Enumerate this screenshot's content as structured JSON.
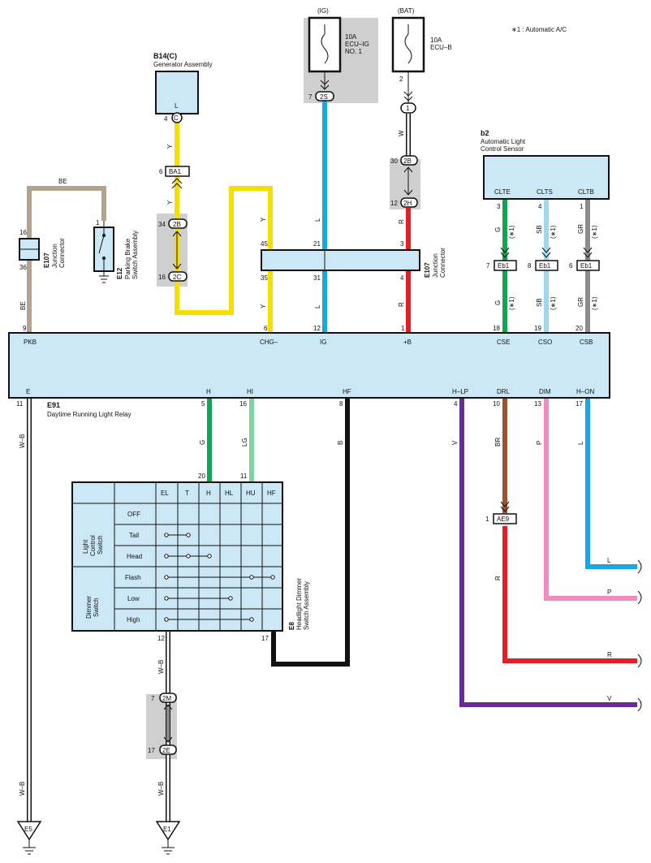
{
  "note": "∗1 : Automatic A/C",
  "components": {
    "gen_code": "B14(C)",
    "gen_name": "Generator Assembly",
    "gen_pin": "L",
    "ig_label": "(IG)",
    "ig_fuse": [
      "10A",
      "ECU–IG",
      "NO. 1"
    ],
    "bat_label": "(BAT)",
    "bat_fuse": [
      "10A",
      "ECU–B"
    ],
    "sensor_code": "b2",
    "sensor_name": [
      "Automatic Light",
      "Control Sensor"
    ],
    "sensor_pins": [
      "CLTE",
      "CLTS",
      "CLTB"
    ],
    "jc_code": "E107",
    "jc_name": [
      "Junction",
      "Connector"
    ],
    "pb_code": "E12",
    "pb_name": [
      "Parking Brake",
      "Switch Assembly"
    ],
    "relay_code": "E91",
    "relay_name": "Daytime Running Light Relay",
    "hd_code": "E8",
    "hd_name": [
      "Headlight Dimmer",
      "Switch Assembly"
    ]
  },
  "relay_top_pins": [
    {
      "name": "PKB",
      "num": "9"
    },
    {
      "name": "CHG–",
      "num": "6"
    },
    {
      "name": "IG",
      "num": "12"
    },
    {
      "name": "+B",
      "num": "1"
    },
    {
      "name": "CSE",
      "num": "18"
    },
    {
      "name": "CSO",
      "num": "19"
    },
    {
      "name": "CSB",
      "num": "20"
    }
  ],
  "relay_bottom_pins": [
    {
      "name": "E",
      "num": "11"
    },
    {
      "name": "H",
      "num": "5"
    },
    {
      "name": "HI",
      "num": "16"
    },
    {
      "name": "HF",
      "num": "8"
    },
    {
      "name": "H–LP",
      "num": "4"
    },
    {
      "name": "DRL",
      "num": "10"
    },
    {
      "name": "DIM",
      "num": "13"
    },
    {
      "name": "H–ON",
      "num": "17"
    }
  ],
  "wire_colors": {
    "be": "BE",
    "y": "Y",
    "l": "L",
    "w": "W",
    "r": "R",
    "g": "G",
    "sb": "SB",
    "gr": "GR",
    "wb": "W–B",
    "lg": "LG",
    "b": "B",
    "v": "V",
    "br": "BR",
    "p": "P",
    "star1": "(∗1)"
  },
  "pin_numbers": {
    "jc16": "16",
    "jc36": "36",
    "pb1": "1",
    "gen4": "4",
    "ba1_6": "6",
    "c34": "34",
    "c16": "16",
    "jc45": "45",
    "jc35": "35",
    "jc21": "21",
    "jc31": "31",
    "jc3": "3",
    "jc4": "4",
    "ig7": "7",
    "bat2": "2",
    "c30": "30",
    "c12": "12",
    "s3": "3",
    "s4": "4",
    "s1": "1",
    "eb7": "7",
    "eb8": "8",
    "eb6": "6",
    "hd20": "20",
    "hd11": "11",
    "hd12": "12",
    "hd17": "17",
    "ae1": "1",
    "m7": "7",
    "e17": "17"
  },
  "connectors": {
    "c": "C",
    "ba1": "BA1",
    "c2b": "2B",
    "c2c": "2C",
    "c2s": "2S",
    "one": "1",
    "c2b_bat": "2B",
    "c2h": "2H",
    "eb1": "Eb1",
    "ae9": "AE9",
    "c2m": "2M",
    "c2e": "2E"
  },
  "grounds": {
    "e5": "E5",
    "e1": "E1"
  },
  "switch_table": {
    "columns": [
      "EL",
      "T",
      "H",
      "HL",
      "HU",
      "HF"
    ],
    "group1": [
      "Light",
      "Control",
      "Switch"
    ],
    "group2": [
      "Dimmer",
      "Switch"
    ],
    "rows": [
      "OFF",
      "Tail",
      "Head",
      "Flash",
      "Low",
      "High"
    ]
  },
  "exit_labels": [
    "L",
    "P",
    "R",
    "V"
  ]
}
